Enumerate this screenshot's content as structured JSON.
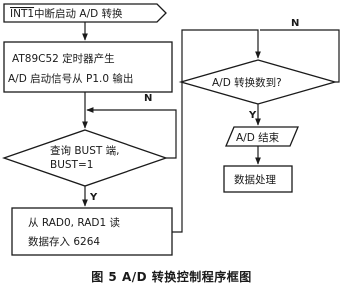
{
  "diagram": {
    "nodes": {
      "start": {
        "text_bar": "INT1",
        "text": "中断启动 A/D 转换"
      },
      "timer": {
        "lines": [
          "AT89C52 定时器产生",
          "A/D 启动信号从 P1.0 输出"
        ]
      },
      "query": {
        "lines": [
          "查询 BUST 端,",
          "BUST=1"
        ]
      },
      "read": {
        "lines": [
          "从 RAD0, RAD1 读",
          "数据存入 6264"
        ]
      },
      "count": {
        "text": "A/D 转换数到?"
      },
      "end": {
        "text": "A/D 结束"
      },
      "process": {
        "text": "数据处理"
      }
    },
    "edge_labels": {
      "query_no": "N",
      "query_yes": "Y",
      "count_no": "N",
      "count_yes": "Y"
    }
  },
  "caption": "图 5   A/D 转换控制程序框图",
  "colors": {
    "ink": "#1a1a1a",
    "background": "#ffffff"
  }
}
